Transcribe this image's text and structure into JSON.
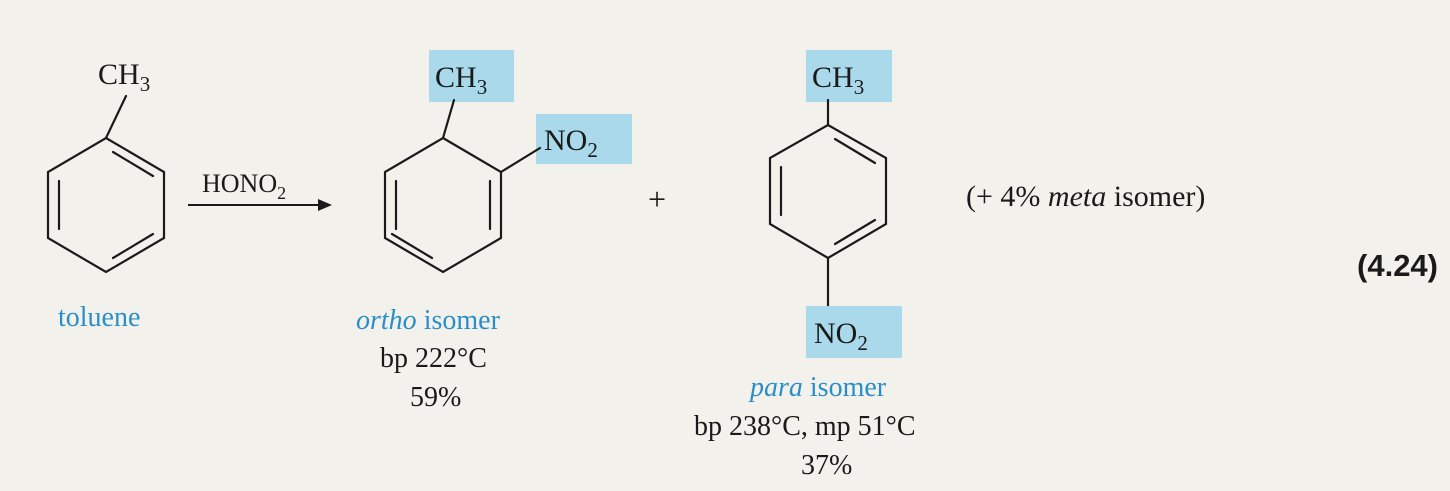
{
  "toluene": {
    "group": "CH",
    "group_sub": "3",
    "label": "toluene"
  },
  "reagent": {
    "text": "HONO",
    "sub": "2"
  },
  "ortho": {
    "group1": "CH",
    "group1_sub": "3",
    "group2": "NO",
    "group2_sub": "2",
    "label_italic": "ortho",
    "label_rest": " isomer",
    "bp": "bp 222°C",
    "yield": "59%"
  },
  "plus": "+",
  "para": {
    "group1": "CH",
    "group1_sub": "3",
    "group2": "NO",
    "group2_sub": "2",
    "label_italic": "para",
    "label_rest": " isomer",
    "props": "bp 238°C, mp 51°C",
    "yield": "37%"
  },
  "meta_note": {
    "prefix": "(+ 4% ",
    "italic": "meta",
    "suffix": " isomer)"
  },
  "equation_number": "(4.24)",
  "colors": {
    "highlight": "#a9d9ea",
    "label_blue": "#2a8fc9",
    "text": "#1a1a1a",
    "background": "#f3f1ec"
  }
}
